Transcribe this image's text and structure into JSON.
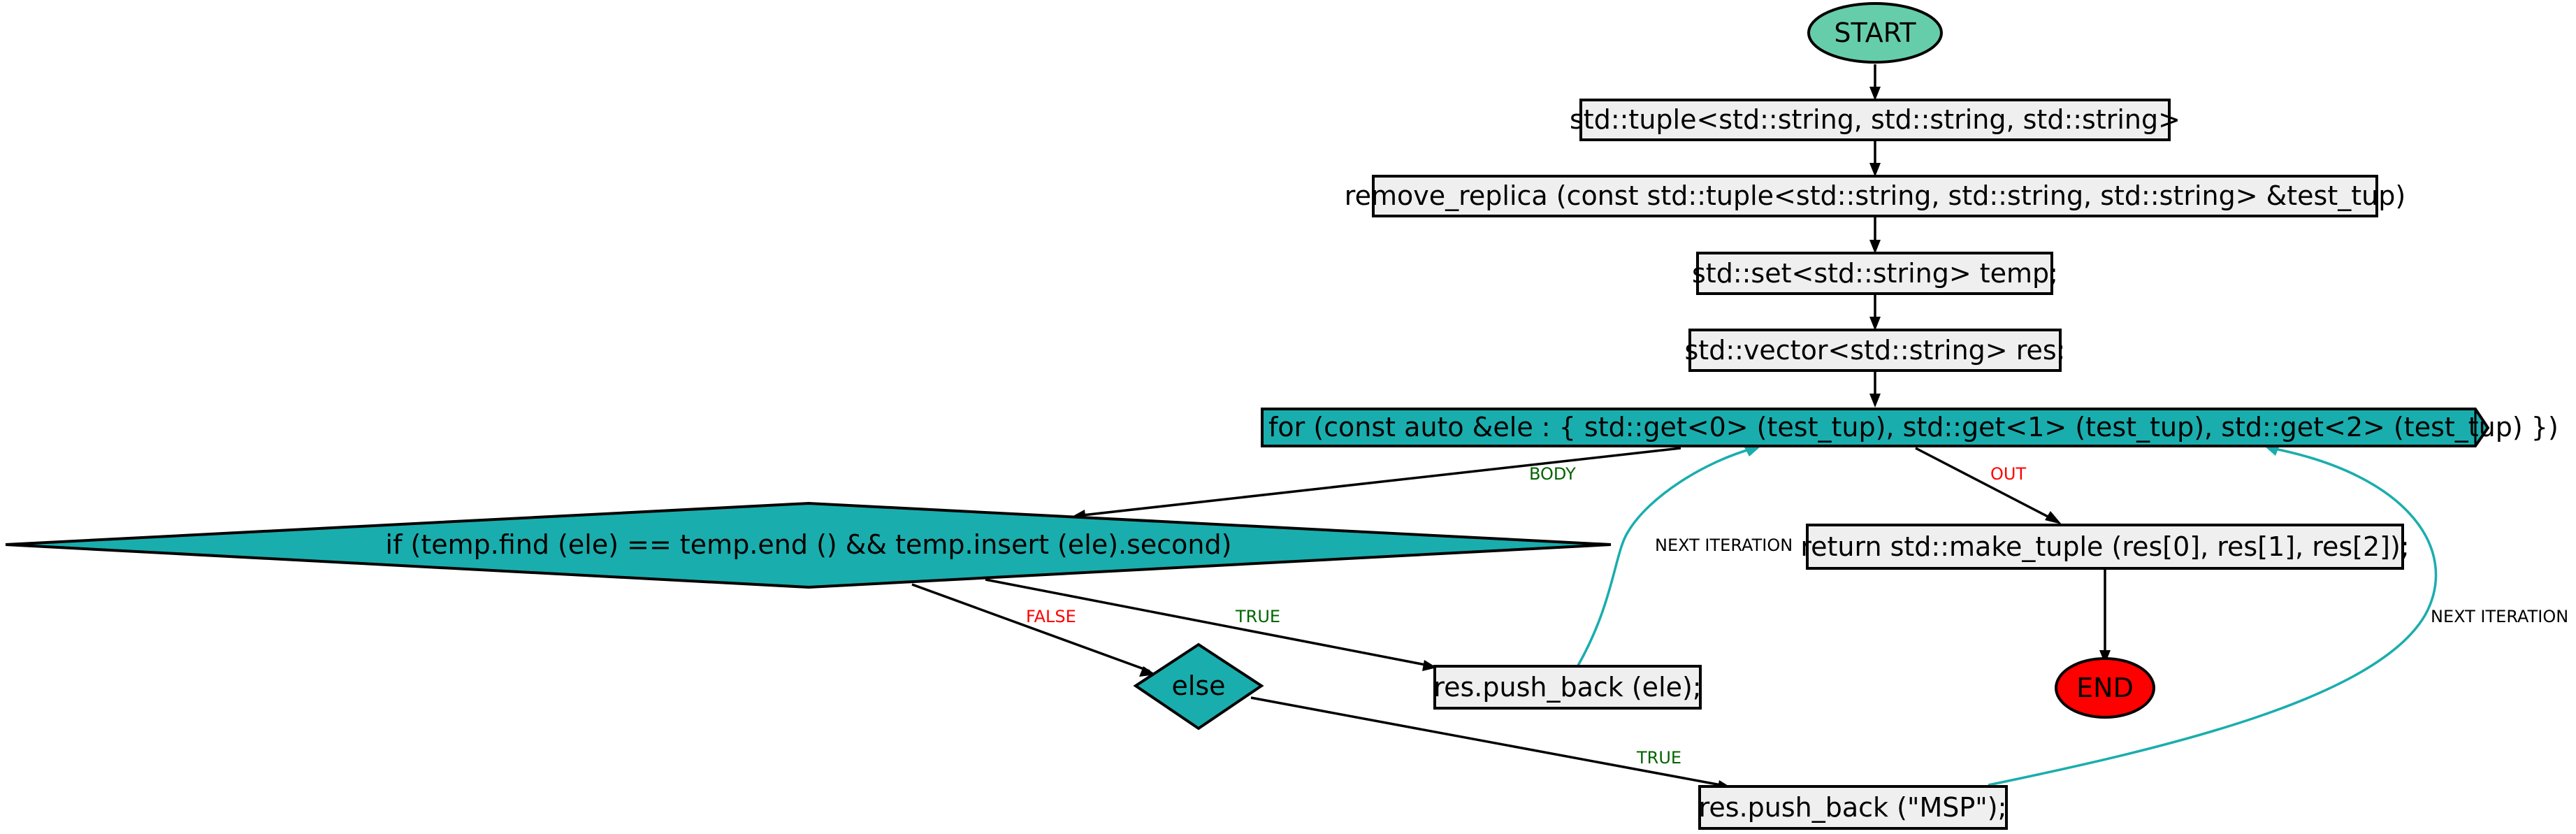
{
  "colors": {
    "start_fill": "#66cdaa",
    "end_fill": "#ff0000",
    "box_fill": "#efefef",
    "teal_fill": "#1aadad",
    "loop_edge": "#1aadad",
    "label_green": "#006400",
    "label_red": "#ff0000",
    "label_black": "#000000"
  },
  "nodes": {
    "start": "START",
    "tuple_decl": "std::tuple<std::string, std::string, std::string>",
    "func_decl": "remove_replica (const std::tuple<std::string, std::string, std::string> &test_tup)",
    "set_decl": "std::set<std::string> temp;",
    "vector_decl": "std::vector<std::string> res;",
    "for_loop": "for (const auto &ele : { std::get<0> (test_tup), std::get<1> (test_tup), std::get<2> (test_tup) })",
    "if_cond": "if (temp.find (ele) == temp.end () && temp.insert (ele).second)",
    "return_stmt": "return std::make_tuple (res[0], res[1], res[2]);",
    "push_ele": "res.push_back (ele);",
    "else": "else",
    "end": "END",
    "push_msp": "res.push_back (\"MSP\");"
  },
  "edges": {
    "body": "BODY",
    "out": "OUT",
    "false": "FALSE",
    "true_if": "TRUE",
    "true_else": "TRUE",
    "next_iter_1": "NEXT ITERATION",
    "next_iter_2": "NEXT ITERATION"
  }
}
